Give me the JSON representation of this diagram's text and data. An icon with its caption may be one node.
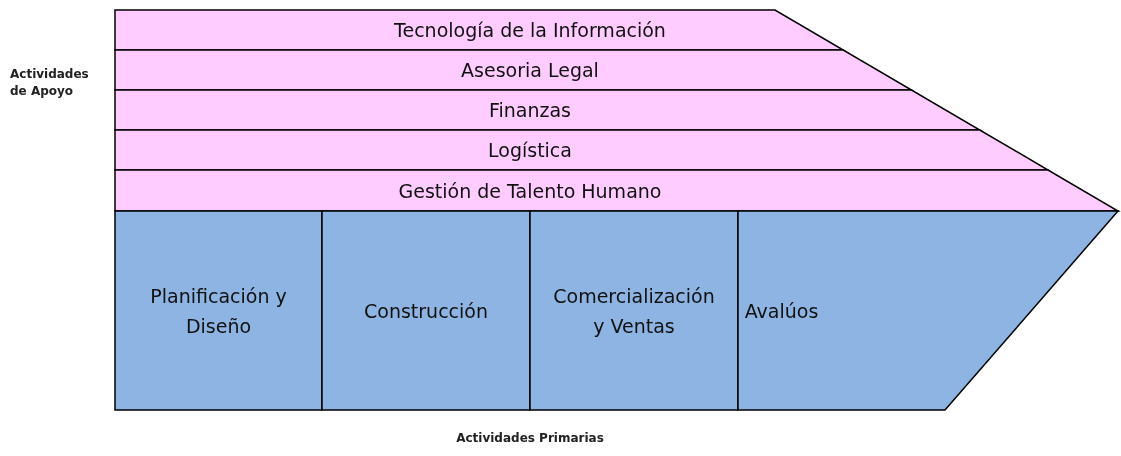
{
  "diagram": {
    "nodes": [
      {
        "text": [
          "Tecnología de la Información"
        ]
      },
      {
        "text": [
          "Asesoria Legal"
        ]
      },
      {
        "text": [
          "Finanzas"
        ]
      },
      {
        "text": [
          "Logística"
        ]
      },
      {
        "text": [
          "Gestión de Talento Humano"
        ]
      },
      {
        "text": [
          "Planificación y Diseño"
        ]
      },
      {
        "text": [
          "Construcción"
        ]
      },
      {
        "text": [
          "Comercialización y Ventas"
        ]
      },
      {
        "text": [
          "Avalúos"
        ]
      }
    ],
    "edges": [],
    "labels": [
      "Actividades de Apoyo",
      "Actividades Primarias"
    ]
  }
}
